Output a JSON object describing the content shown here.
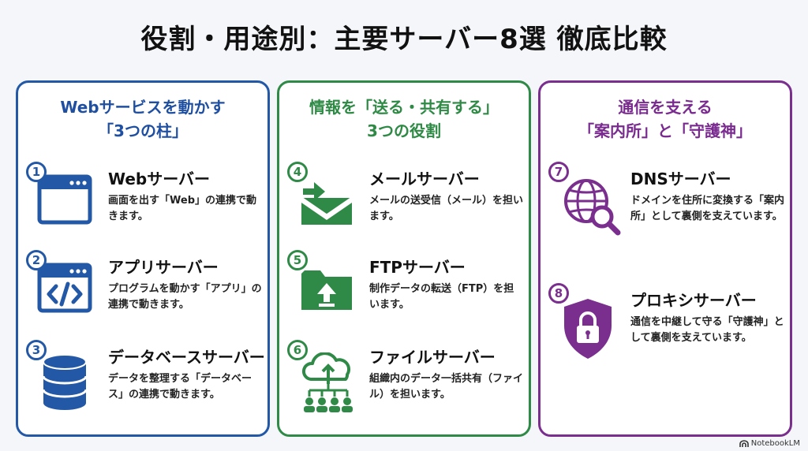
{
  "title": "役割・用途別：主要サーバー8選 徹底比較",
  "brand": "NotebookLM",
  "colors": {
    "blue": "#2358a6",
    "green": "#2f8a47",
    "purple": "#7a2f8e"
  },
  "panels": [
    {
      "heading_line1": "Webサービスを動かす",
      "heading_line2": "「3つの柱」",
      "items": [
        {
          "num": "1",
          "icon": "browser-window-icon",
          "title": "Webサーバー",
          "desc": "画面を出す「Web」の連携で動きます。"
        },
        {
          "num": "2",
          "icon": "code-window-icon",
          "title": "アプリサーバー",
          "desc": "プログラムを動かす「アプリ」の連携で動きます。"
        },
        {
          "num": "3",
          "icon": "database-icon",
          "title": "データベースサーバー",
          "desc": "データを整理する「データベース」の連携で動きます。"
        }
      ]
    },
    {
      "heading_line1": "情報を「送る・共有する」",
      "heading_line2": "3つの役割",
      "items": [
        {
          "num": "4",
          "icon": "mail-icon",
          "title": "メールサーバー",
          "desc": "メールの送受信（メール）を担います。"
        },
        {
          "num": "5",
          "icon": "folder-upload-icon",
          "title": "FTPサーバー",
          "desc": "制作データの転送（FTP）を担います。"
        },
        {
          "num": "6",
          "icon": "cloud-share-icon",
          "title": "ファイルサーバー",
          "desc": "組織内のデータ一括共有（ファイル）を担います。"
        }
      ]
    },
    {
      "heading_line1": "通信を支える",
      "heading_line2": "「案内所」と「守護神」",
      "items": [
        {
          "num": "7",
          "icon": "globe-search-icon",
          "title": "DNSサーバー",
          "desc": "ドメインを住所に変換する「案内所」として裏側を支えています。"
        },
        {
          "num": "8",
          "icon": "shield-lock-icon",
          "title": "プロキシサーバー",
          "desc": "通信を中継して守る「守護神」として裏側を支えています。"
        }
      ]
    }
  ]
}
